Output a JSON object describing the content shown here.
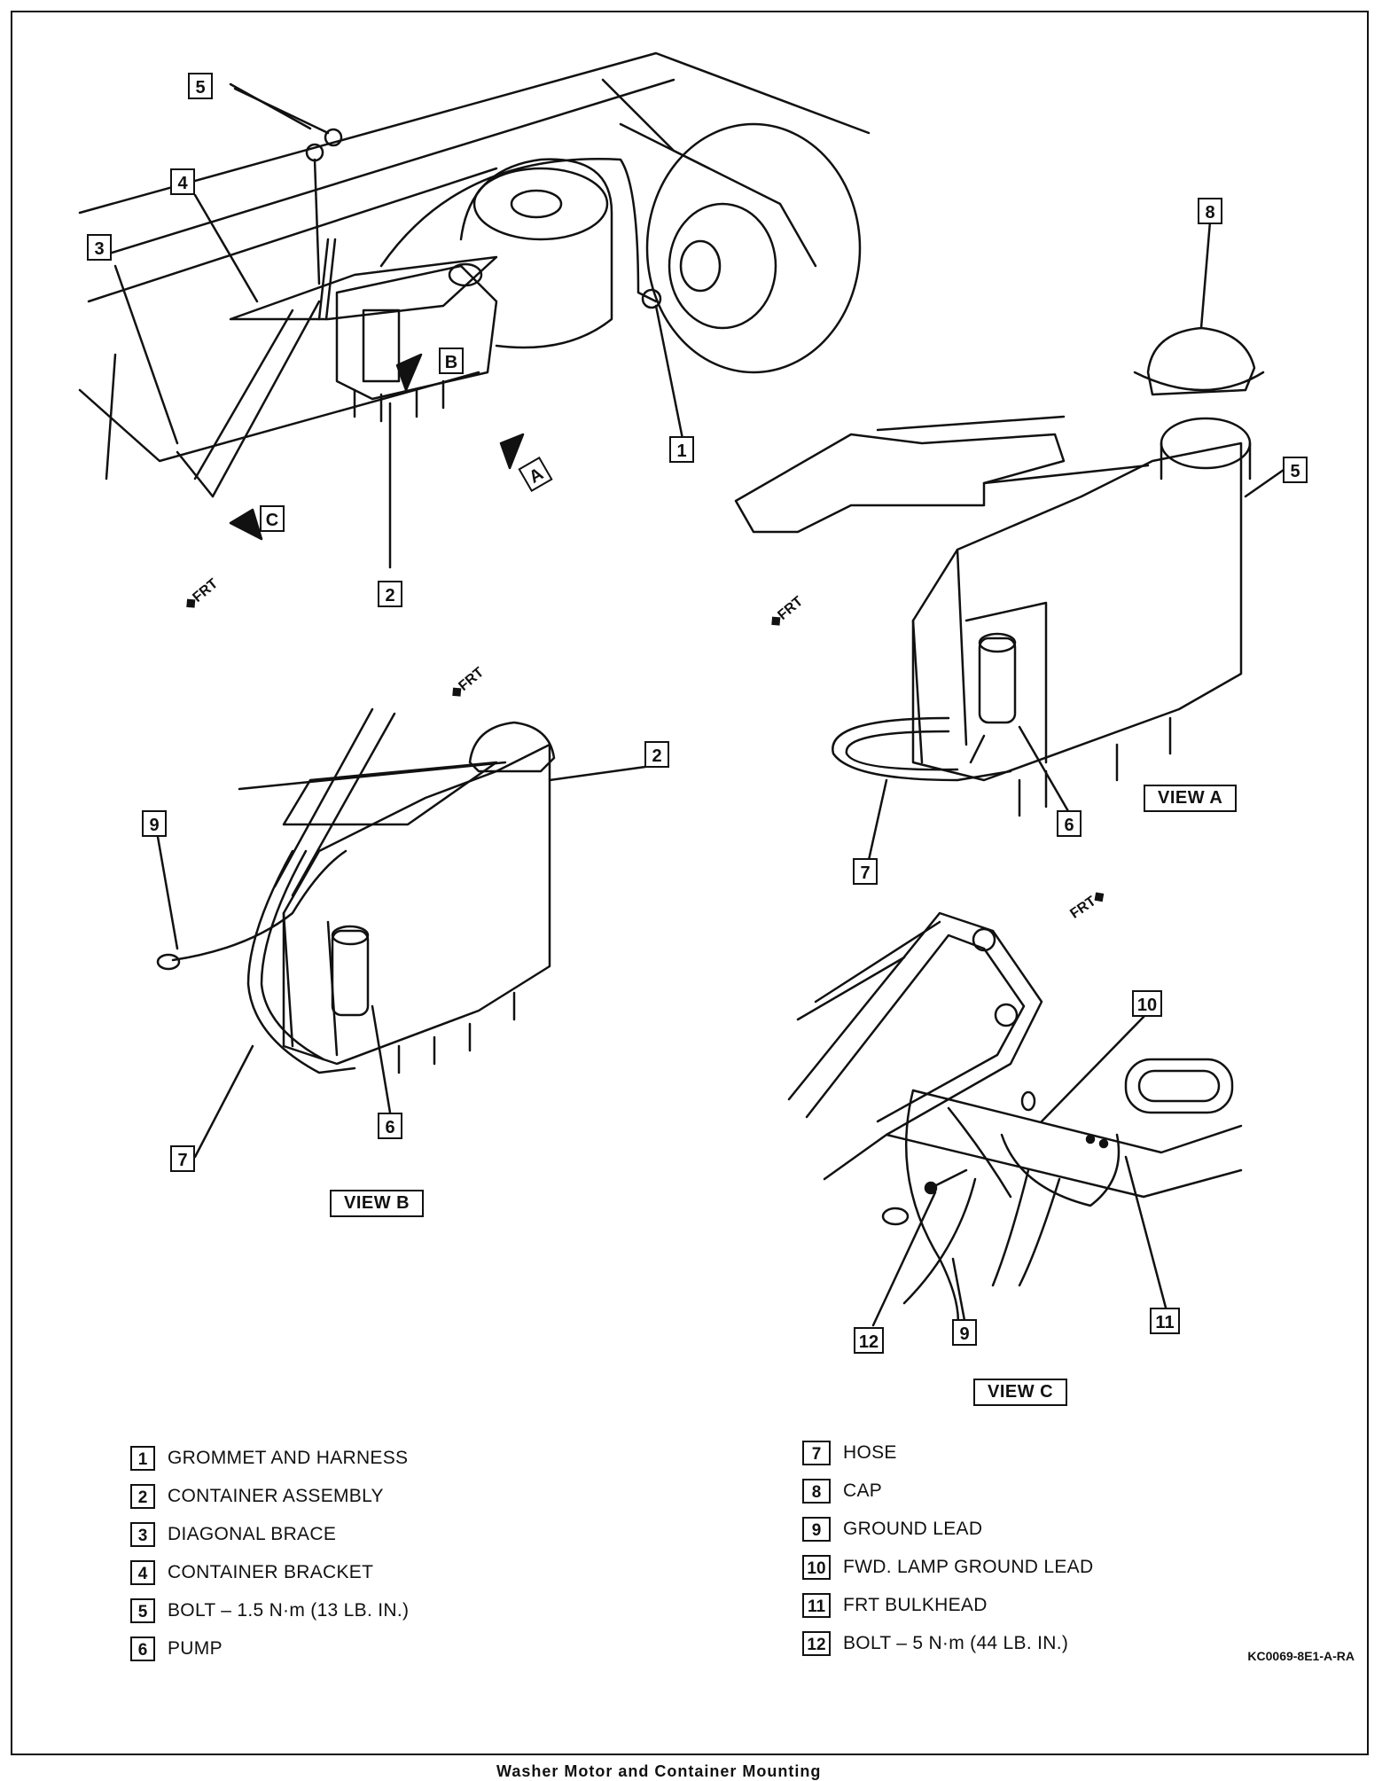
{
  "views": {
    "main": {
      "frt": "FRT"
    },
    "view_a": {
      "label": "VIEW A",
      "frt": "FRT"
    },
    "view_b": {
      "label": "VIEW B",
      "frt": "FRT"
    },
    "view_c": {
      "label": "VIEW C",
      "frt": "FRT"
    }
  },
  "view_arrows": {
    "a": "A",
    "b": "B",
    "c": "C"
  },
  "callouts": {
    "c1": "1",
    "c2": "2",
    "c3": "3",
    "c4": "4",
    "c5": "5",
    "c6": "6",
    "c7": "7",
    "c8": "8",
    "c9": "9",
    "c10": "10",
    "c11": "11",
    "c12": "12"
  },
  "legend": [
    {
      "num": "1",
      "text": "GROMMET AND HARNESS"
    },
    {
      "num": "2",
      "text": "CONTAINER ASSEMBLY"
    },
    {
      "num": "3",
      "text": "DIAGONAL BRACE"
    },
    {
      "num": "4",
      "text": "CONTAINER BRACKET"
    },
    {
      "num": "5",
      "text": "BOLT – 1.5 N·m (13 LB. IN.)"
    },
    {
      "num": "6",
      "text": "PUMP"
    },
    {
      "num": "7",
      "text": "HOSE"
    },
    {
      "num": "8",
      "text": "CAP"
    },
    {
      "num": "9",
      "text": "GROUND LEAD"
    },
    {
      "num": "10",
      "text": "FWD. LAMP GROUND LEAD"
    },
    {
      "num": "11",
      "text": "FRT BULKHEAD"
    },
    {
      "num": "12",
      "text": "BOLT – 5 N·m (44 LB. IN.)"
    }
  ],
  "figure_code": "KC0069-8E1-A-RA",
  "caption": "Washer Motor and Container Mounting"
}
